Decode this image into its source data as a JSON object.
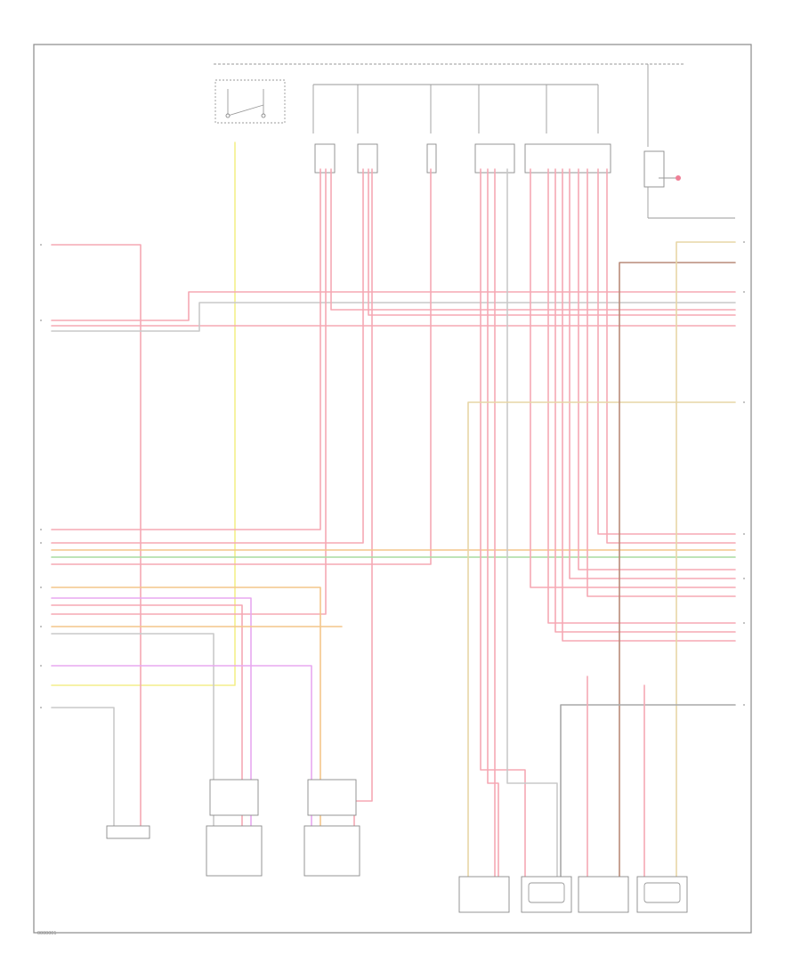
{
  "diagram_id": "0000001",
  "colors": {
    "red": "#f5a8b4",
    "red_dark": "#ef7f96",
    "yellow": "#f3ee8a",
    "orange": "#f4c68a",
    "green": "#a9dca0",
    "violet": "#e8a8f0",
    "gray": "#a9a9a9",
    "brown": "#b98a78",
    "tan": "#e7d6a6"
  },
  "icons": [
    "switch-symbol",
    "ground-symbol",
    "connector-symbol",
    "splice-symbol"
  ],
  "components": [
    {
      "id": "horn-relay-switch",
      "kind": "switch"
    },
    {
      "id": "fuse-block",
      "kind": "fuse-block"
    },
    {
      "id": "module-a",
      "kind": "module"
    },
    {
      "id": "module-b",
      "kind": "module"
    },
    {
      "id": "module-c",
      "kind": "module"
    },
    {
      "id": "fuel-injectors",
      "kind": "injector-group",
      "count": 4
    }
  ]
}
